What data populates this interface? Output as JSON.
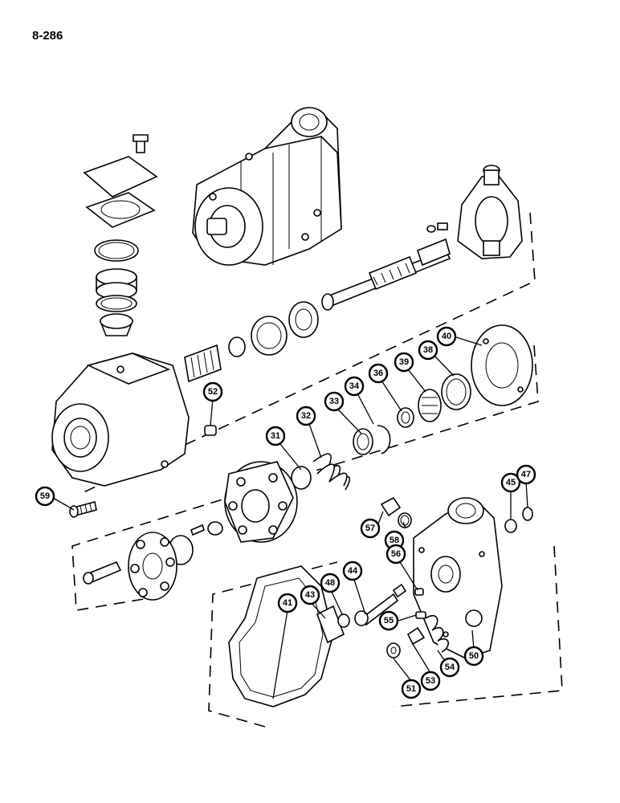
{
  "page": {
    "number": "8-286"
  },
  "callouts": [
    {
      "id": "31",
      "label": "31"
    },
    {
      "id": "32",
      "label": "32"
    },
    {
      "id": "33",
      "label": "33"
    },
    {
      "id": "34",
      "label": "34"
    },
    {
      "id": "36",
      "label": "36"
    },
    {
      "id": "38",
      "label": "38"
    },
    {
      "id": "39",
      "label": "39"
    },
    {
      "id": "40",
      "label": "40"
    },
    {
      "id": "41",
      "label": "41"
    },
    {
      "id": "43",
      "label": "43"
    },
    {
      "id": "44",
      "label": "44"
    },
    {
      "id": "45",
      "label": "45"
    },
    {
      "id": "47",
      "label": "47"
    },
    {
      "id": "48",
      "label": "48"
    },
    {
      "id": "50",
      "label": "50"
    },
    {
      "id": "51",
      "label": "51"
    },
    {
      "id": "52",
      "label": "52"
    },
    {
      "id": "53",
      "label": "53"
    },
    {
      "id": "54",
      "label": "54"
    },
    {
      "id": "55",
      "label": "55"
    },
    {
      "id": "56",
      "label": "56"
    },
    {
      "id": "57",
      "label": "57"
    },
    {
      "id": "58",
      "label": "58"
    },
    {
      "id": "59",
      "label": "59"
    }
  ]
}
